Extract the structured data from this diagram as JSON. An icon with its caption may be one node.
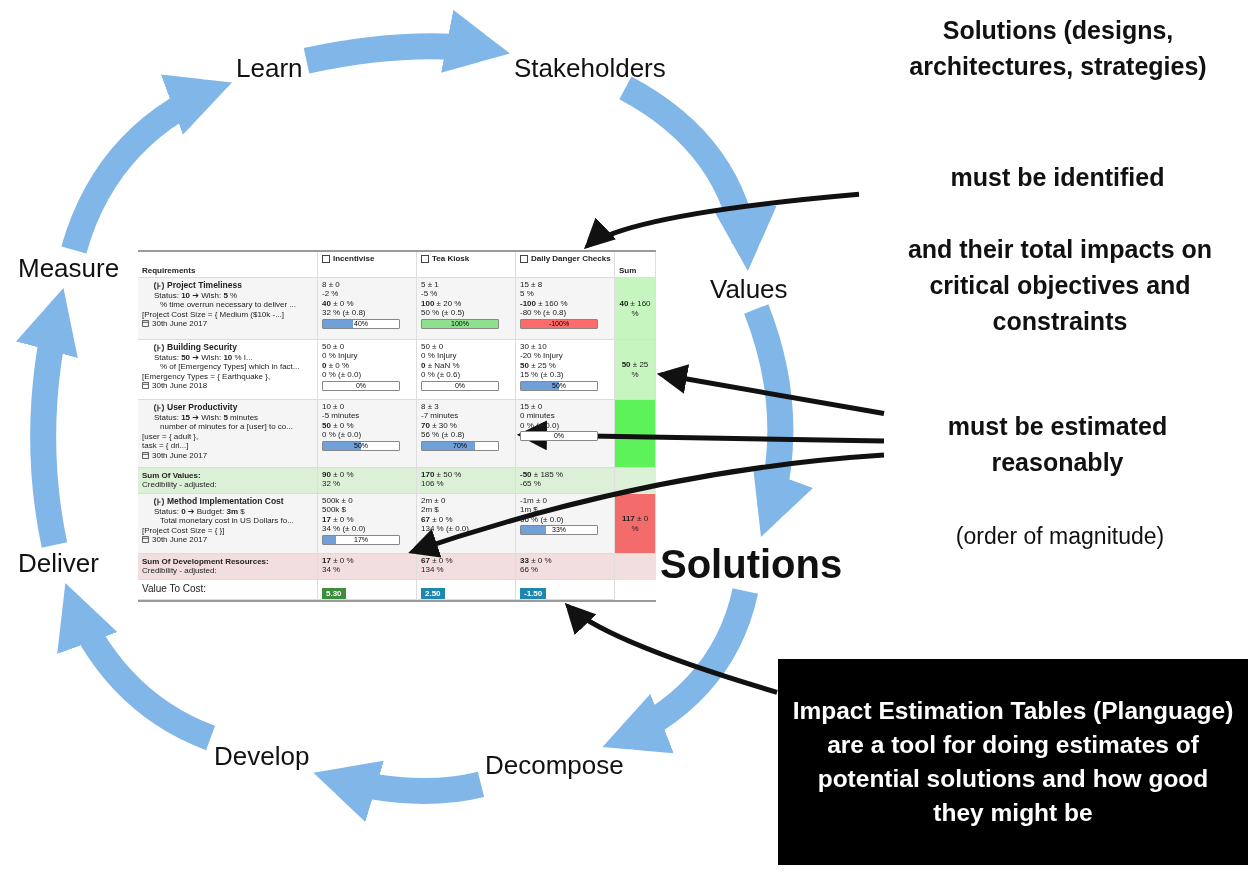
{
  "diagram": {
    "nodes": [
      {
        "text": [
          "Learn"
        ]
      },
      {
        "text": [
          "Stakeholders"
        ]
      },
      {
        "text": [
          "Values"
        ]
      },
      {
        "text": [
          "Solutions"
        ]
      },
      {
        "text": [
          "Decompose"
        ]
      },
      {
        "text": [
          "Develop"
        ]
      },
      {
        "text": [
          "Deliver"
        ]
      },
      {
        "text": [
          "Measure"
        ]
      },
      {
        "text": [],
        "shape": "box"
      },
      {
        "text": [
          "**50** ± 25 %"
        ],
        "in": 8
      },
      {
        "text": [
          "8 ± 3",
          "-7 minutes",
          "**70** ± 30 %",
          "56 % (± 0.8)",
          "70%"
        ],
        "in": 8
      },
      {
        "text": [
          "**17** ± 0 %",
          "34 %"
        ],
        "in": 8
      },
      {
        "text": [
          "must be identified"
        ]
      },
      {
        "text": [
          "must be estimated reasonably"
        ]
      },
      {
        "text": [
          "Impact Estimation Tables (Planguage) are a tool for doing estimates of potential solutions and how good they might be"
        ]
      }
    ],
    "edges": [
      {
        "from": 0,
        "to": 1,
        "arrow": "to"
      },
      {
        "from": 1,
        "to": 2,
        "arrow": "to"
      },
      {
        "from": 2,
        "to": 3,
        "arrow": "to"
      },
      {
        "from": 3,
        "to": 4,
        "arrow": "to"
      },
      {
        "from": 4,
        "to": 5,
        "arrow": "to"
      },
      {
        "from": 5,
        "to": 6,
        "arrow": "to"
      },
      {
        "from": 6,
        "to": 7,
        "arrow": "to"
      },
      {
        "from": 7,
        "to": 0,
        "arrow": "to"
      },
      {
        "from": 12,
        "to": 8,
        "arrow": "to",
        "color": "#111111"
      },
      {
        "from": 13,
        "to": 9,
        "arrow": "to",
        "color": "#111111"
      },
      {
        "from": 13,
        "to": 10,
        "arrow": "to",
        "color": "#111111"
      },
      {
        "from": 13,
        "to": 11,
        "arrow": "to",
        "color": "#111111"
      },
      {
        "from": 14,
        "to": 8,
        "arrow": "to",
        "color": "#111111"
      }
    ],
    "labels": [
      "Solutions (designs, architectures, strategies)",
      "and their total impacts on critical objectives and constraints",
      "(order of magnitude)",
      "Requirements",
      "Incentivise",
      "Tea Kiosk",
      "Daily Danger Checks",
      "Sum",
      "Project Timeliness",
      "Status: **10** ➔ Wish: **5** %",
      "% time overrun necessary to deliver ...",
      "[Project Cost Size = { Medium ($10k -...]",
      "30th June 2017",
      "8 ± 0",
      "-2 %",
      "**40** ± 0 %",
      "32 % (± 0.8)",
      "40%",
      "5 ± 1",
      "-5 %",
      "**100** ± 20 %",
      "50 % (± 0.5)",
      "100%",
      "15 ± 8",
      "5 %",
      "**-100** ± 160 %",
      "-80 % (± 0.8)",
      "-100%",
      "**40** ± 160 %",
      "Building Security",
      "Status: **50** ➔ Wish: **10** % I...",
      "% of [Emergency Types] which in fact...",
      "[Emergency Types = { Earthquake },",
      "30th June 2018",
      "50 ± 0",
      "0 % Injury",
      "**0** ± 0 %",
      "0 % (± 0.0)",
      "0%",
      "50 ± 0",
      "0 % Injury",
      "**0** ± NaN %",
      "0 % (± 0.6)",
      "0%",
      "30 ± 10",
      "-20 % Injury",
      "**50** ± 25 %",
      "15 % (± 0.3)",
      "50%",
      "User Productivity",
      "Status: **15** ➔ Wish: **5** minutes",
      "number of minutes for a [user] to co...",
      "[user = { adult },",
      "task = { dri...]",
      "30th June 2017",
      "10 ± 0",
      "-5 minutes",
      "**50** ± 0 %",
      "0 % (± 0.0)",
      "50%",
      "15 ± 0",
      "0 minutes",
      "0 % (± 0.0)",
      "0%",
      "Sum Of Values:",
      "Credibility - adjusted:",
      "**90** ± 0 %",
      "32 %",
      "**170** ± 50 %",
      "106 %",
      "**-50** ± 185 %",
      "-65 %",
      "Method Implementation Cost",
      "Status: **0** ➔ Budget: **3m** $",
      "Total monetary cost in US Dollars fo...",
      "[Project Cost Size = { }]",
      "30th June 2017",
      "500k ± 0",
      "500k $",
      "**17** ± 0 %",
      "34 % (± 0.0)",
      "17%",
      "2m ± 0",
      "2m $",
      "**67** ± 0 %",
      "134 % (± 0.0)",
      "-1m ± 0",
      "1m $",
      "66 % (± 0.0)",
      "33%",
      "**117** ± 0 %",
      "Sum Of Development Resources:",
      "Credibility - adjusted:",
      "**67** ± 0 %",
      "134 %",
      "**33** ± 0 %",
      "66 %",
      "Value To Cost:",
      "5.30",
      "2.50",
      "-1.50"
    ]
  }
}
